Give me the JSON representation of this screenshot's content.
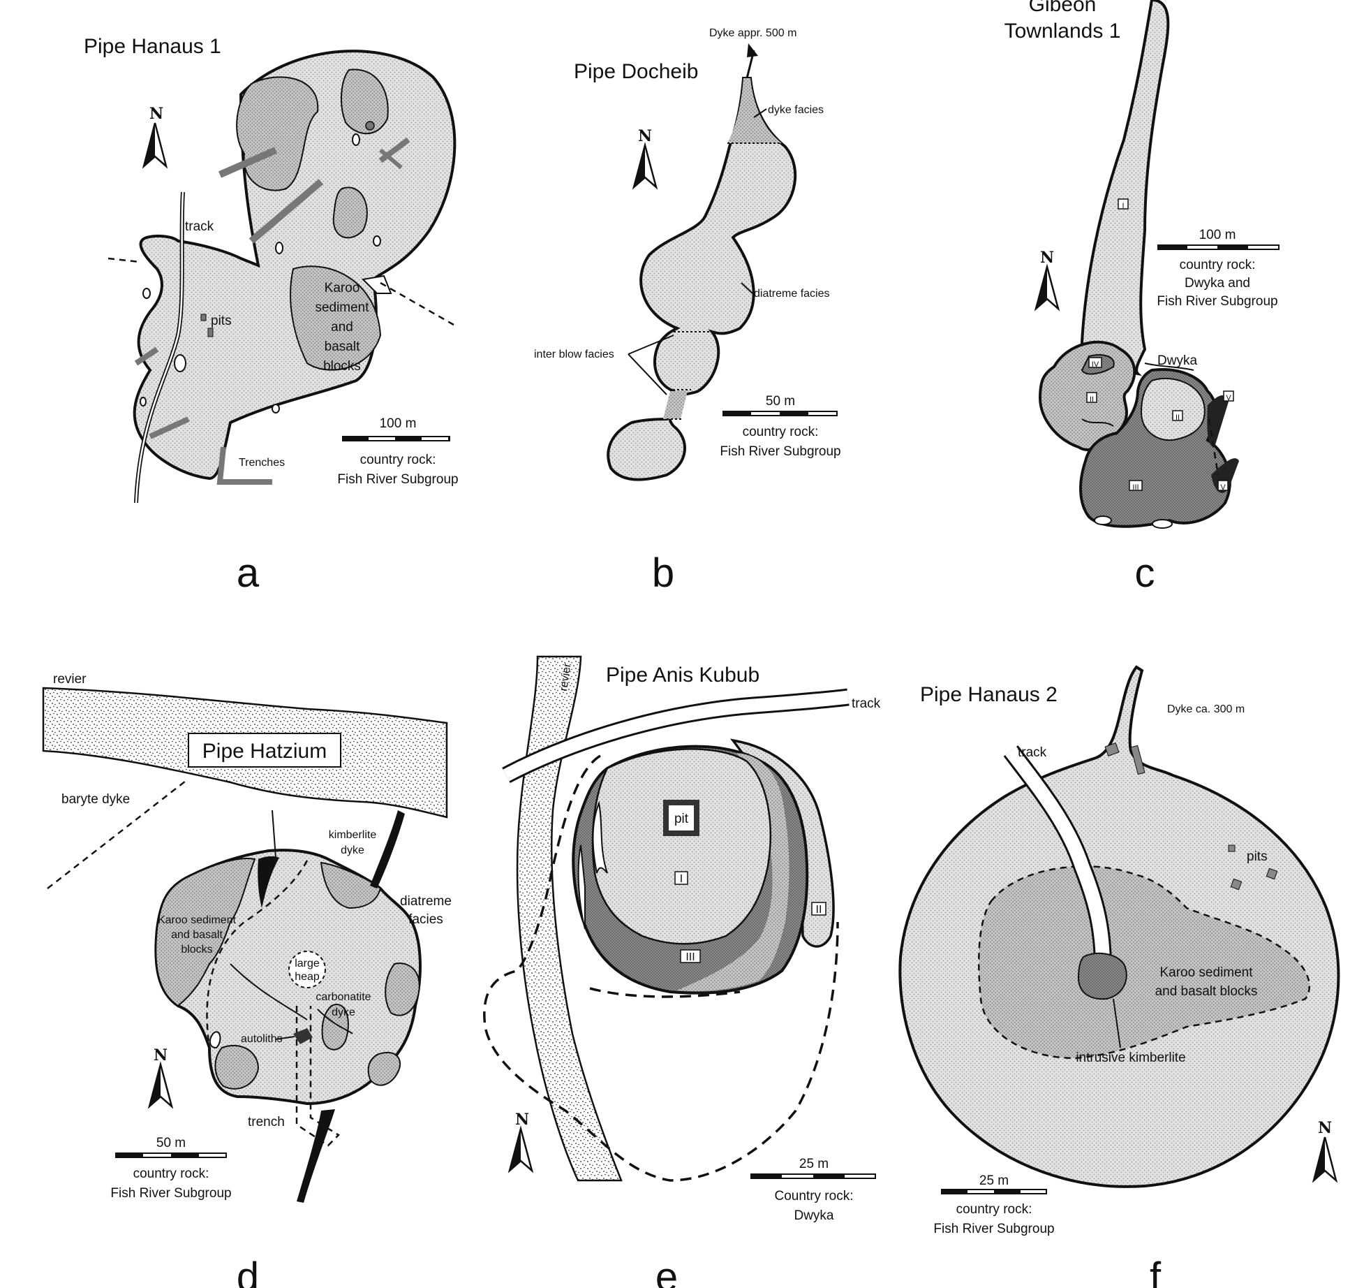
{
  "panels": {
    "a": {
      "letter": "a",
      "title": "Pipe Hanaus 1",
      "north": "N",
      "track": "track",
      "pits": "pits",
      "karoo": [
        "Karoo",
        "sediment",
        "and",
        "basalt",
        "blocks"
      ],
      "trenches": "Trenches",
      "scale": "100 m",
      "country_rock": [
        "country rock:",
        "Fish River Subgroup"
      ]
    },
    "b": {
      "letter": "b",
      "title": "Pipe Docheib",
      "north": "N",
      "dyke_note": "Dyke appr. 500 m",
      "dyke_facies": "dyke facies",
      "diatreme_facies": "diatreme facies",
      "inter_blow": "inter blow facies",
      "scale": "50 m",
      "country_rock": [
        "country rock:",
        "Fish River Subgroup"
      ]
    },
    "c": {
      "letter": "c",
      "title": [
        "Gibeon",
        "Townlands 1"
      ],
      "north": "N",
      "scale": "100 m",
      "country_rock": [
        "country rock:",
        "Dwyka and",
        "Fish River Subgroup"
      ],
      "dwyka": "Dwyka",
      "units": [
        "I",
        "II",
        "II",
        "III",
        "IV",
        "V",
        "V"
      ]
    },
    "d": {
      "letter": "d",
      "title": "Pipe Hatzium",
      "north": "N",
      "revier": "revier",
      "baryte": "baryte dyke",
      "kimberlite_dyke": [
        "kimberlite",
        "dyke"
      ],
      "diatreme_facies": [
        "diatreme",
        "facies"
      ],
      "karoo": [
        "Karoo sediment",
        "and basalt",
        "blocks"
      ],
      "large_heap": [
        "large",
        "heap"
      ],
      "carbonatite": [
        "carbonatite",
        "dyke"
      ],
      "autoliths": "autoliths",
      "trench": "trench",
      "scale": "50 m",
      "country_rock": [
        "country rock:",
        "Fish River Subgroup"
      ]
    },
    "e": {
      "letter": "e",
      "title": "Pipe Anis Kubub",
      "north": "N",
      "revier": "revier",
      "track": "track",
      "pit": "pit",
      "units": [
        "I",
        "II",
        "III"
      ],
      "scale": "25 m",
      "country_rock": [
        "Country rock:",
        "Dwyka"
      ]
    },
    "f": {
      "letter": "f",
      "title": "Pipe Hanaus 2",
      "north": "N",
      "dyke_note": "Dyke ca. 300 m",
      "track": "track",
      "pits": "pits",
      "karoo": [
        "Karoo sediment",
        "and basalt blocks"
      ],
      "intrusive": "intrusive kimberlite",
      "scale": "25 m",
      "country_rock": [
        "country rock:",
        "Fish River Subgroup"
      ]
    }
  }
}
